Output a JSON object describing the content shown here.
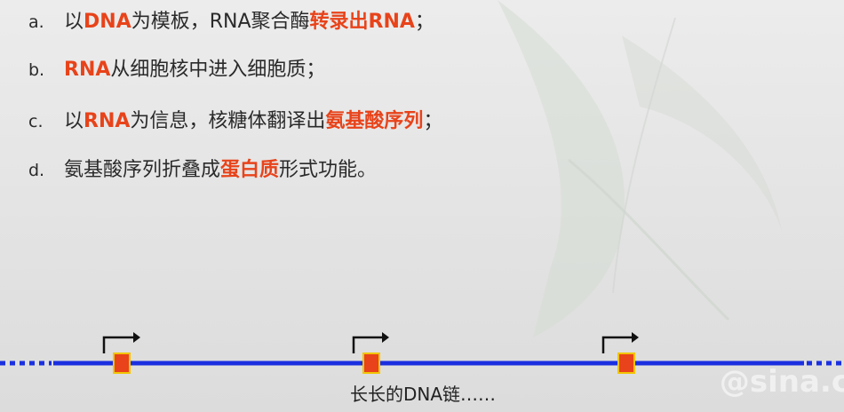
{
  "items": [
    {
      "letter": "a.",
      "parts": [
        "以",
        "DNA",
        "为模板，RNA聚合酶",
        "转录出RNA",
        "；"
      ]
    },
    {
      "letter": "b.",
      "parts": [
        "",
        "RNA",
        "从细胞核中进入细胞质；",
        "",
        ""
      ]
    },
    {
      "letter": "c.",
      "parts": [
        "以",
        "RNA",
        "为信息，核糖体翻译出",
        "氨基酸序列",
        "；"
      ]
    },
    {
      "letter": "d.",
      "parts": [
        "氨基酸序列折叠成",
        "蛋白质",
        "形式功能。",
        "",
        ""
      ]
    }
  ],
  "caption": "长长的DNA链……",
  "watermark": "@sina.c",
  "colors": {
    "highlight": "#e8431a",
    "dna_strand": "#1a2fe0",
    "promoter_fill": "#e8431a",
    "promoter_border": "#f2c500",
    "arrow": "#111111"
  },
  "icons": [
    "transcription-start-arrow-icon",
    "promoter-box-icon"
  ]
}
